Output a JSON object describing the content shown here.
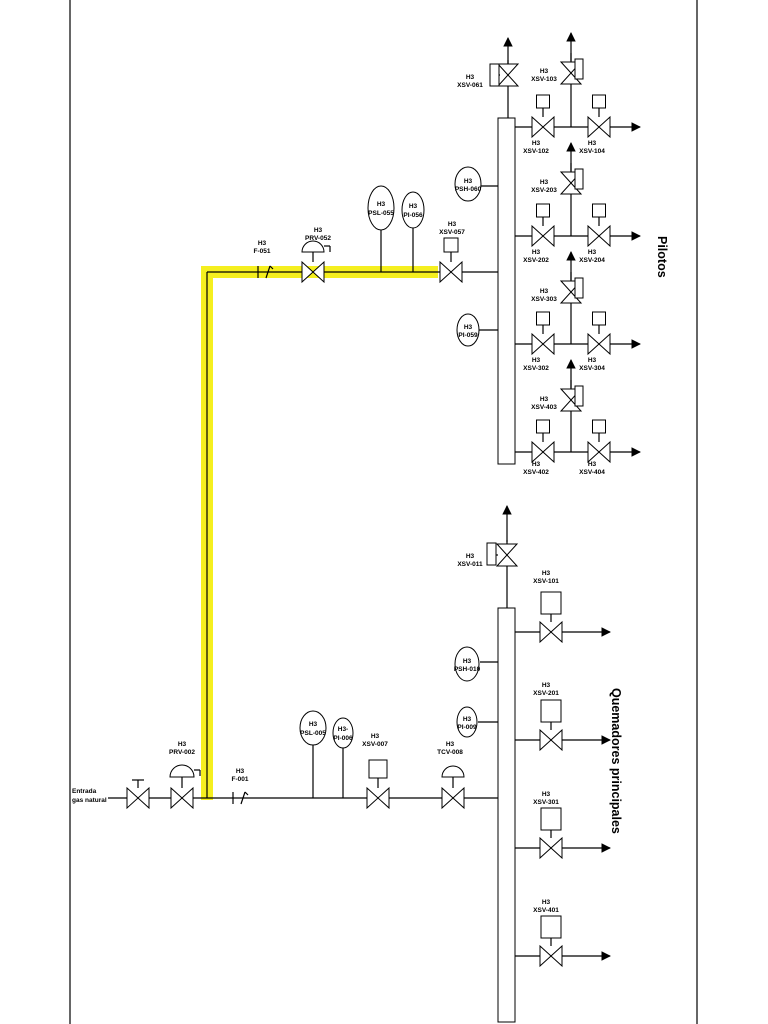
{
  "title": "",
  "sections": {
    "pilots": "Pilotos",
    "main_burners": "Quemadores principales"
  },
  "inlet_label": [
    "Entrada",
    "gas natural"
  ],
  "highlight_color": "#f5ef1f",
  "instruments": {
    "prv_002": [
      "H3",
      "PRV-002"
    ],
    "f_001": [
      "H3",
      "F-001"
    ],
    "psl_005": [
      "H3",
      "PSL-005"
    ],
    "pi_006": [
      "H3-",
      "PI-006"
    ],
    "xsv_007": [
      "H3",
      "XSV-007"
    ],
    "tcv_008": [
      "H3",
      "TCV-008"
    ],
    "psh_010": [
      "H3",
      "PSH-010"
    ],
    "pi_009": [
      "H3",
      "PI-009"
    ],
    "xsv_011": [
      "H3",
      "XSV-011"
    ],
    "xsv_101": [
      "H3",
      "XSV-101"
    ],
    "xsv_201": [
      "H3",
      "XSV-201"
    ],
    "xsv_301": [
      "H3",
      "XSV-301"
    ],
    "xsv_401": [
      "H3",
      "XSV-401"
    ],
    "f_051": [
      "H3",
      "F-051"
    ],
    "prv_052": [
      "H3",
      "PRV-052"
    ],
    "psl_055": [
      "H3",
      "PSL-055"
    ],
    "pi_056": [
      "H3",
      "PI-056"
    ],
    "xsv_057": [
      "H3",
      "XSV-057"
    ],
    "psh_060": [
      "H3",
      "PSH-060"
    ],
    "pi_059": [
      "H3",
      "PI-059"
    ],
    "xsv_061": [
      "H3",
      "XSV-061"
    ],
    "xsv_102": [
      "H3",
      "XSV-102"
    ],
    "xsv_103": [
      "H3",
      "XSV-103"
    ],
    "xsv_104": [
      "H3",
      "XSV-104"
    ],
    "xsv_202": [
      "H3",
      "XSV-202"
    ],
    "xsv_203": [
      "H3",
      "XSV-203"
    ],
    "xsv_204": [
      "H3",
      "XSV-204"
    ],
    "xsv_302": [
      "H3",
      "XSV-302"
    ],
    "xsv_303": [
      "H3",
      "XSV-303"
    ],
    "xsv_304": [
      "H3",
      "XSV-304"
    ],
    "xsv_402": [
      "H3",
      "XSV-402"
    ],
    "xsv_403": [
      "H3",
      "XSV-403"
    ],
    "xsv_404": [
      "H3",
      "XSV-404"
    ]
  }
}
